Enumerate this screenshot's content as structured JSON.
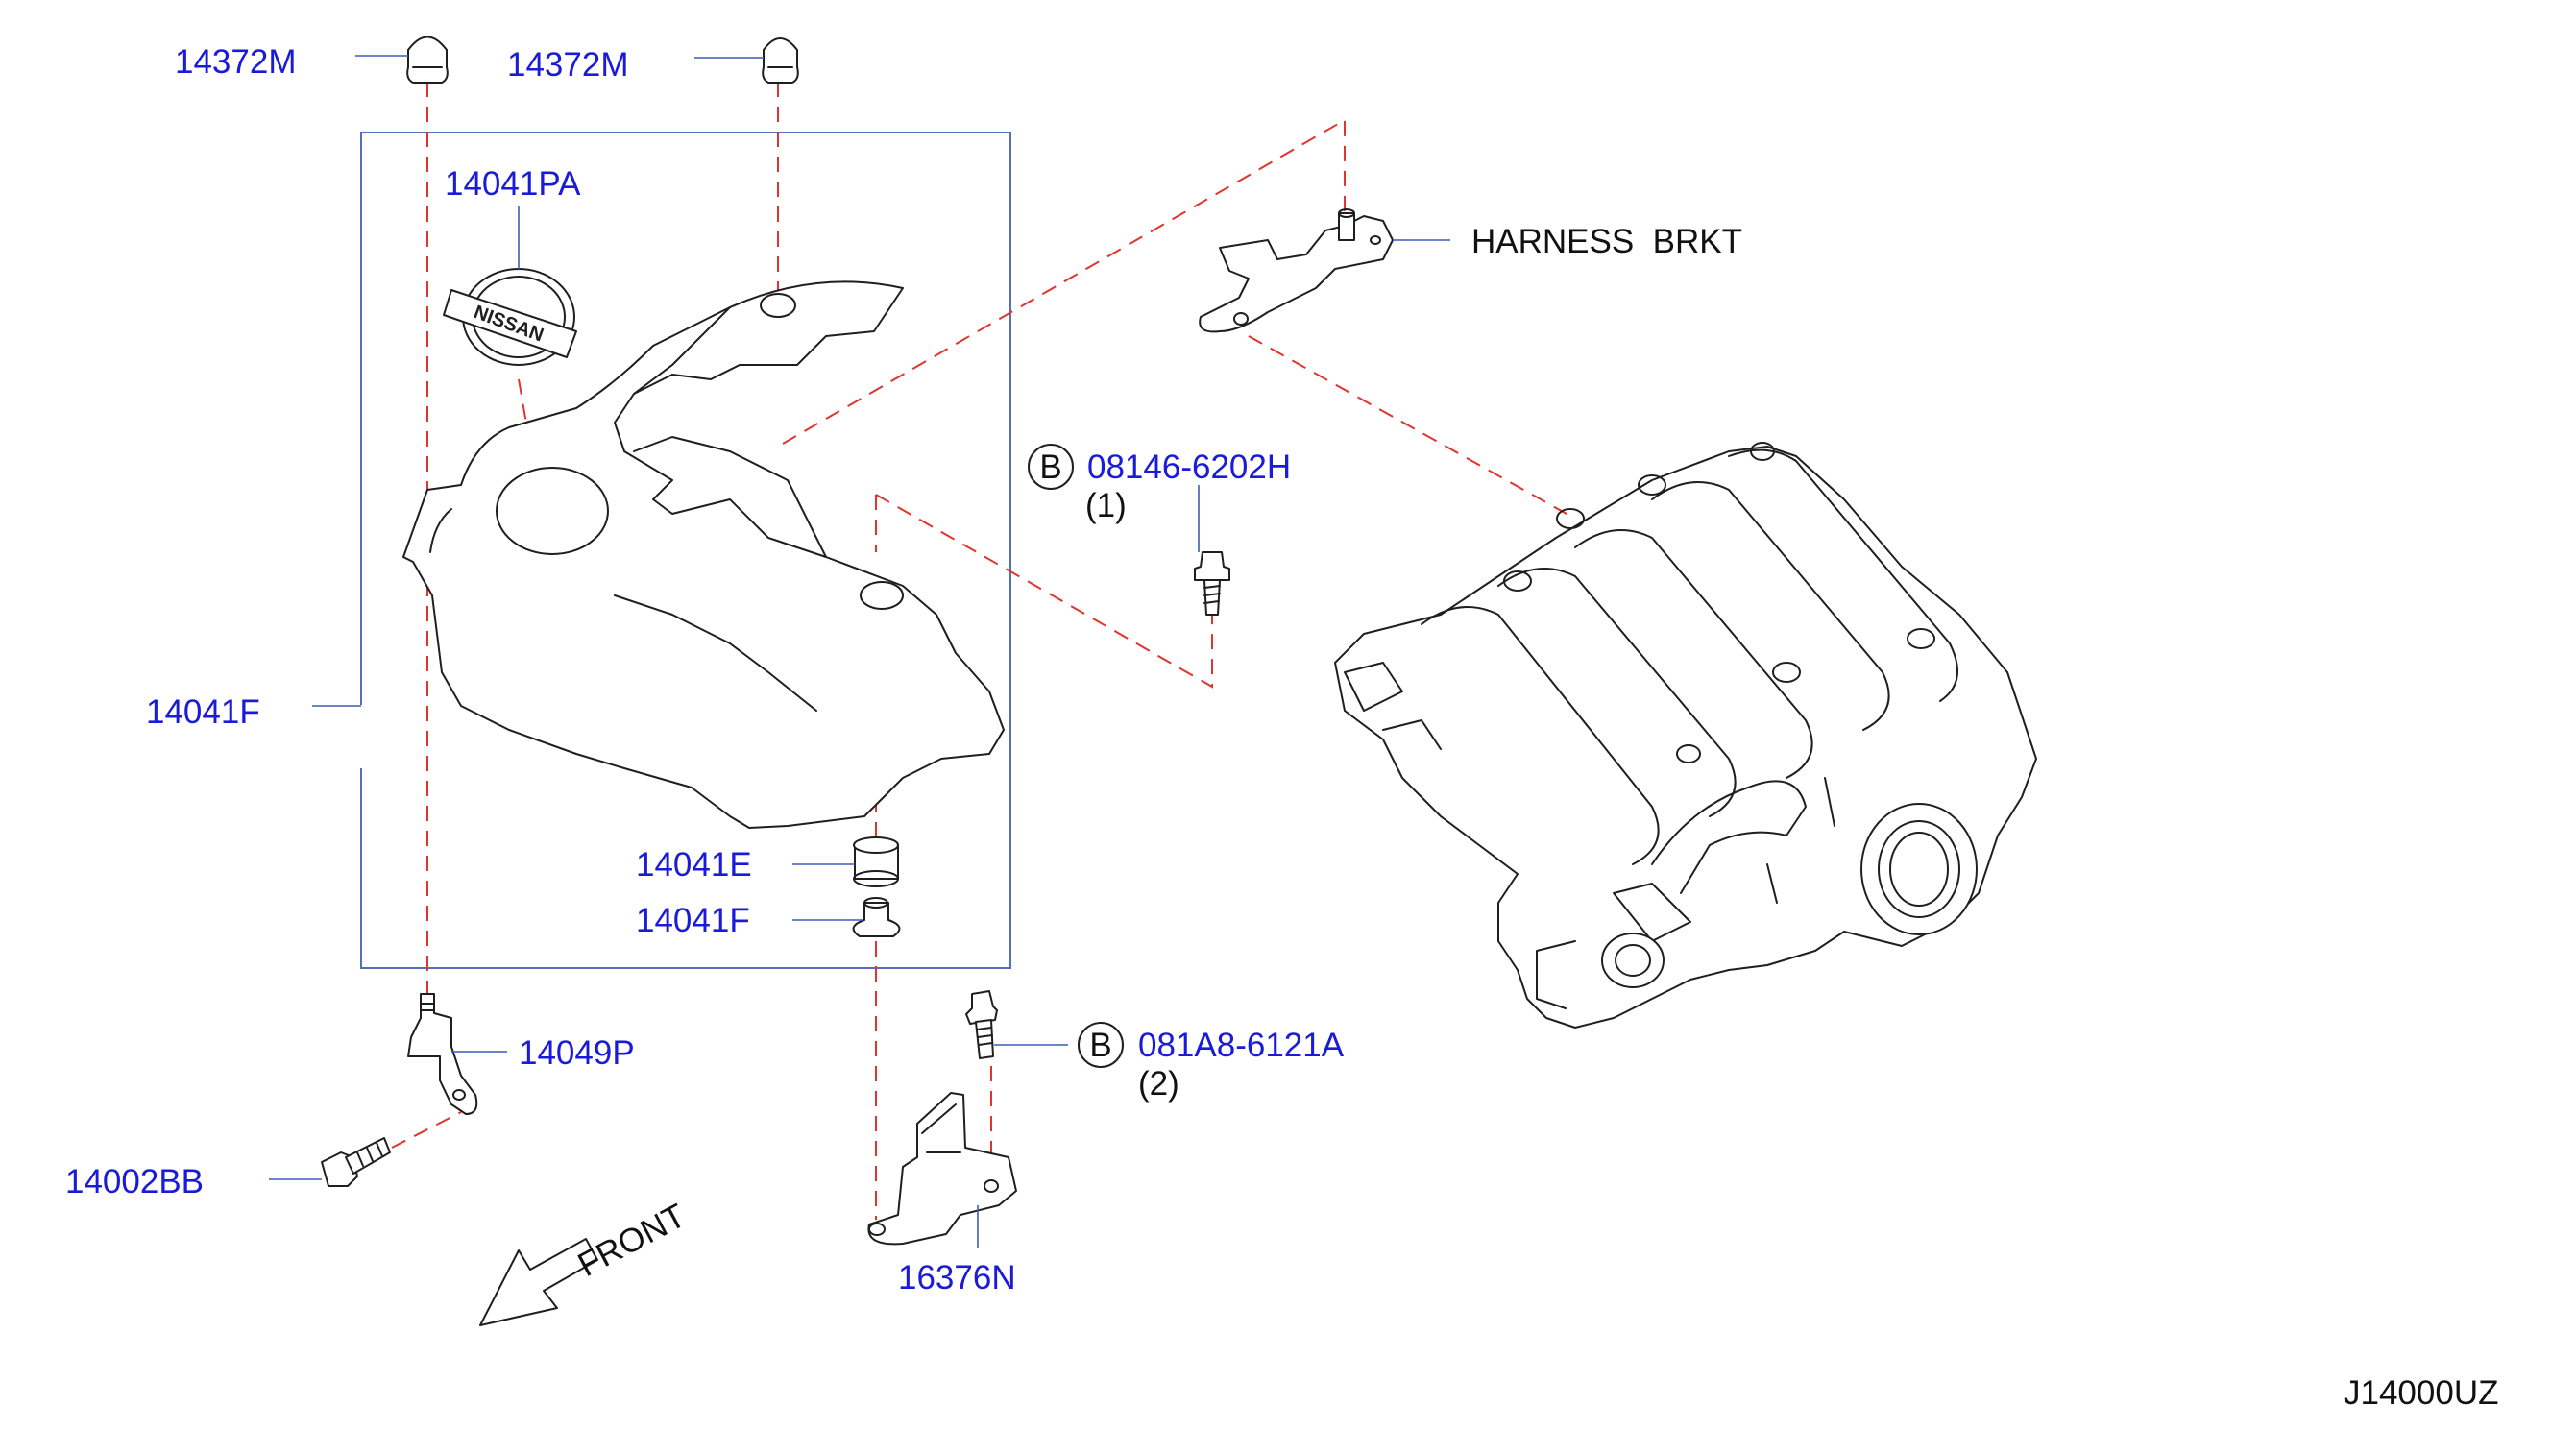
{
  "diagram": {
    "id_code": "J14000UZ",
    "front_label": "FRONT",
    "harness_bracket_label": "HARNESS  BRKT",
    "bolt_symbol": "B",
    "parts": [
      {
        "part_no": "14372M"
      },
      {
        "part_no": "14372M"
      },
      {
        "part_no": "14041PA"
      },
      {
        "part_no": "14041F"
      },
      {
        "part_no": "08146-6202H",
        "qty": "(1)"
      },
      {
        "part_no": "14041E"
      },
      {
        "part_no": "14041F"
      },
      {
        "part_no": "14049P"
      },
      {
        "part_no": "14002BB"
      },
      {
        "part_no": "081A8-6121A",
        "qty": "(2)"
      },
      {
        "part_no": "16376N"
      }
    ],
    "emblem_text": "NISSAN"
  },
  "colors": {
    "part_label": "#1a1adb",
    "dashed_guide": "#e0352f",
    "leader_line": "#3b5db8",
    "drawing_line": "#1f1f1f"
  }
}
